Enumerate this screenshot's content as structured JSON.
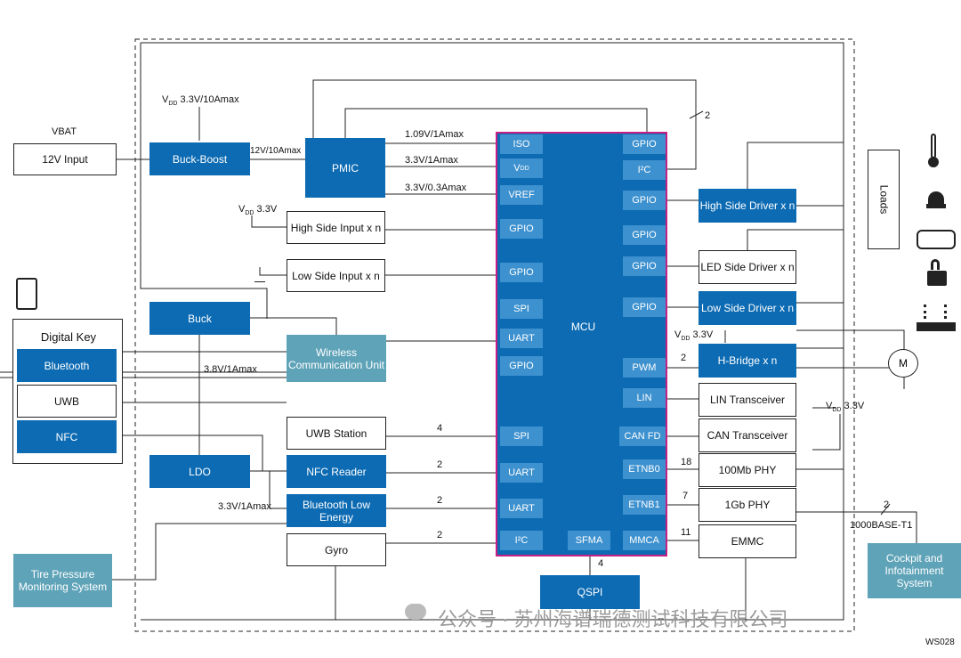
{
  "vbat": {
    "label": "VBAT",
    "input": "12V Input"
  },
  "power": {
    "buck_boost": "Buck-Boost",
    "pmic": "PMIC",
    "buck": "Buck",
    "ldo": "LDO",
    "vdd_top": "V",
    "vdd_top_sub": "DD",
    "vdd_top_val": " 3.3V/10Amax",
    "buck_boost_out": "12V/10Amax",
    "pmic_out1": "1.09V/1Amax",
    "pmic_out2": "3.3V/1Amax",
    "pmic_out3": "3.3V/0.3Amax",
    "buck_out": "3.8V/1Amax",
    "ldo_out": "3.3V/1Amax",
    "vdd_33_label": "V",
    "vdd_33_sub": "DD",
    "vdd_33_val": " 3.3V"
  },
  "inputs": {
    "high_side": "High Side Input x n",
    "low_side": "Low Side Input x n"
  },
  "mcu": {
    "label": "MCU",
    "left_pins": [
      "ISO",
      "V",
      "VREF",
      "GPIO",
      "GPIO",
      "SPI",
      "UART",
      "GPIO",
      "SPI",
      "UART",
      "UART",
      "I²C"
    ],
    "vdd_pin_sub": "DD",
    "right_pins": [
      "GPIO",
      "I²C",
      "GPIO",
      "GPIO",
      "GPIO",
      "GPIO",
      "PWM",
      "LIN",
      "CAN FD",
      "ETNB0",
      "ETNB1",
      "MMCA"
    ],
    "bottom_pin": "SFMA"
  },
  "qspi": "QSPI",
  "qspi_bus": "4",
  "wireless": "Wireless Communication Unit",
  "uwb_station": "UWB Station",
  "nfc_reader": "NFC Reader",
  "ble": "Bluetooth Low Energy",
  "gyro": "Gyro",
  "digital_key": {
    "title": "Digital Key",
    "items": [
      "Bluetooth",
      "UWB",
      "NFC"
    ]
  },
  "tpms": "Tire Pressure Monitoring System",
  "drivers": {
    "high_side": "High Side Driver x n",
    "led_side": "LED Side Driver x n",
    "low_side": "Low Side Driver x n",
    "hbridge": "H-Bridge x n"
  },
  "transceivers": {
    "lin": "LIN Transceiver",
    "can": "CAN Transceiver",
    "phy100": "100Mb PHY",
    "phy1g": "1Gb PHY",
    "emmc": "EMMC"
  },
  "loads": "Loads",
  "motor": "M",
  "cockpit": "Cockpit and Infotainment System",
  "base_t1": "1000BASE-T1",
  "bus_widths": {
    "i2c": "2",
    "uwb": "4",
    "nfc": "2",
    "ble": "2",
    "gyro": "2",
    "pwm": "2",
    "etnb0": "18",
    "etnb1": "7",
    "mmca": "11",
    "base_t1": "2"
  },
  "watermark": "公众号 · 苏州海谱瑞德测试科技有限公司",
  "figure_id": "WS028"
}
